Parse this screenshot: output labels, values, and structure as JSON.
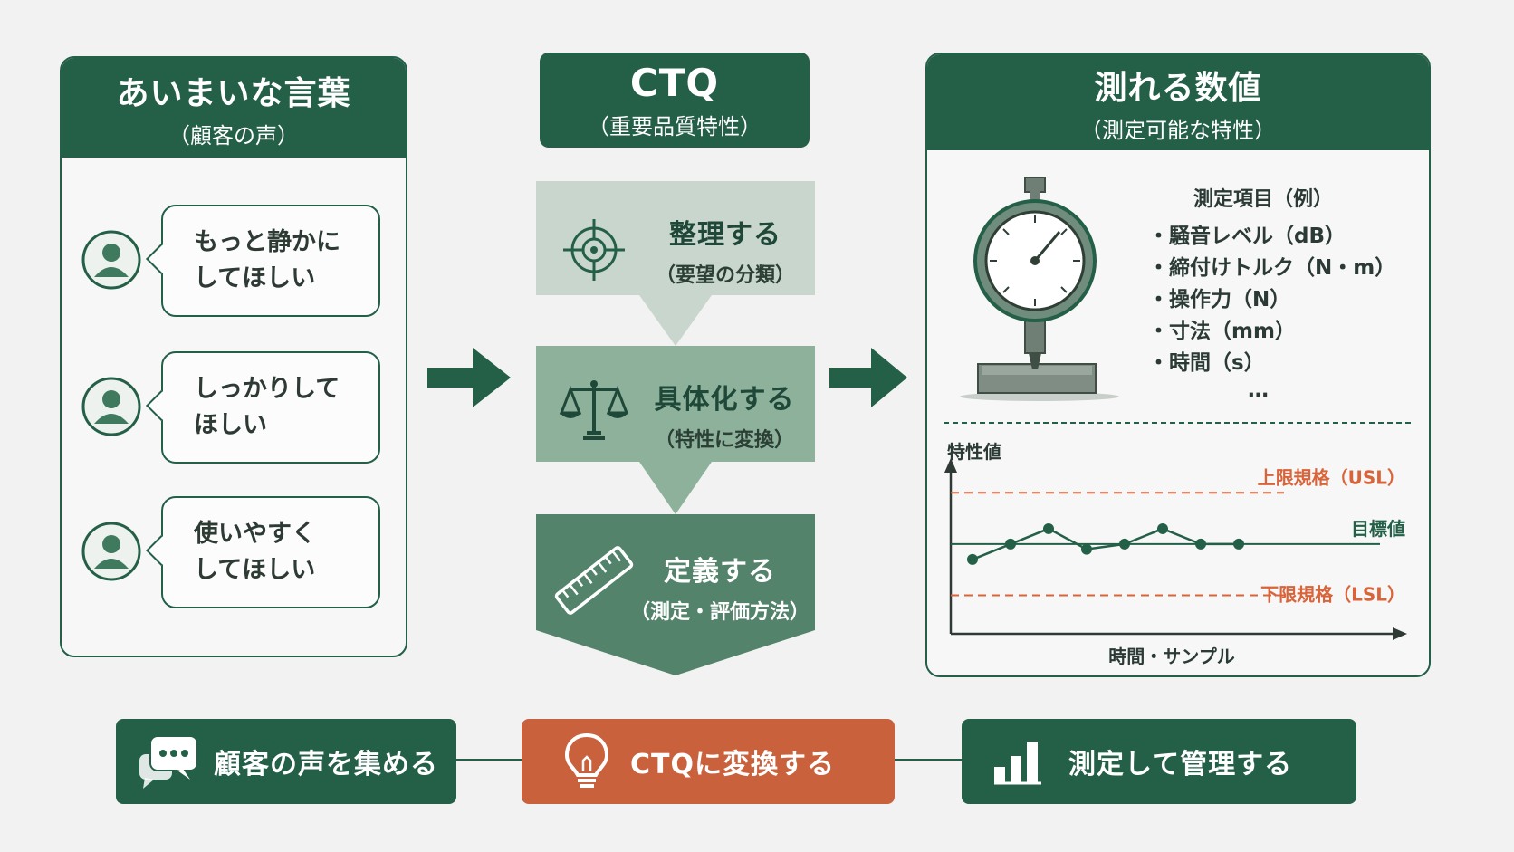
{
  "left": {
    "title": "あいまいな言葉",
    "subtitle": "（顧客の声）",
    "voices": [
      {
        "line1": "もっと静かに",
        "line2": "してほしい"
      },
      {
        "line1": "しっかりして",
        "line2": "ほしい"
      },
      {
        "line1": "使いやすく",
        "line2": "してほしい"
      }
    ]
  },
  "middle": {
    "title": "CTQ",
    "subtitle": "（重要品質特性）",
    "steps": [
      {
        "title": "整理する",
        "sub": "（要望の分類）"
      },
      {
        "title": "具体化する",
        "sub": "（特性に変換）"
      },
      {
        "title": "定義する",
        "sub": "（測定・評価方法）"
      }
    ]
  },
  "right": {
    "title": "測れる数値",
    "subtitle": "（測定可能な特性）",
    "measure_title": "測定項目（例）",
    "measure_items": [
      "・騒音レベル（dB）",
      "・締付けトルク（N・m）",
      "・操作力（N）",
      "・寸法（mm）",
      "・時間（s）"
    ],
    "measure_more": "…"
  },
  "chart_data": {
    "type": "line",
    "ylabel": "特性値",
    "xlabel": "時間・サンプル",
    "usl_label": "上限規格（USL）",
    "target_label": "目標値",
    "lsl_label": "下限規格（LSL）",
    "usl": 2,
    "target": 0,
    "lsl": -2,
    "ylim": [
      -3.5,
      3
    ],
    "x": [
      1,
      2,
      3,
      4,
      5,
      6,
      7,
      8
    ],
    "values": [
      -0.6,
      0.0,
      0.6,
      -0.2,
      0.0,
      0.6,
      0.0,
      0.0
    ]
  },
  "bottom": {
    "collect": "顧客の声を集める",
    "convert": "CTQに変換する",
    "manage": "測定して管理する"
  },
  "colors": {
    "primary": "#245f48",
    "accent": "#c9613d",
    "step1": "#c9d6cd",
    "step2": "#8db19b",
    "step3": "#53836b",
    "background": "#f1f2f1"
  }
}
